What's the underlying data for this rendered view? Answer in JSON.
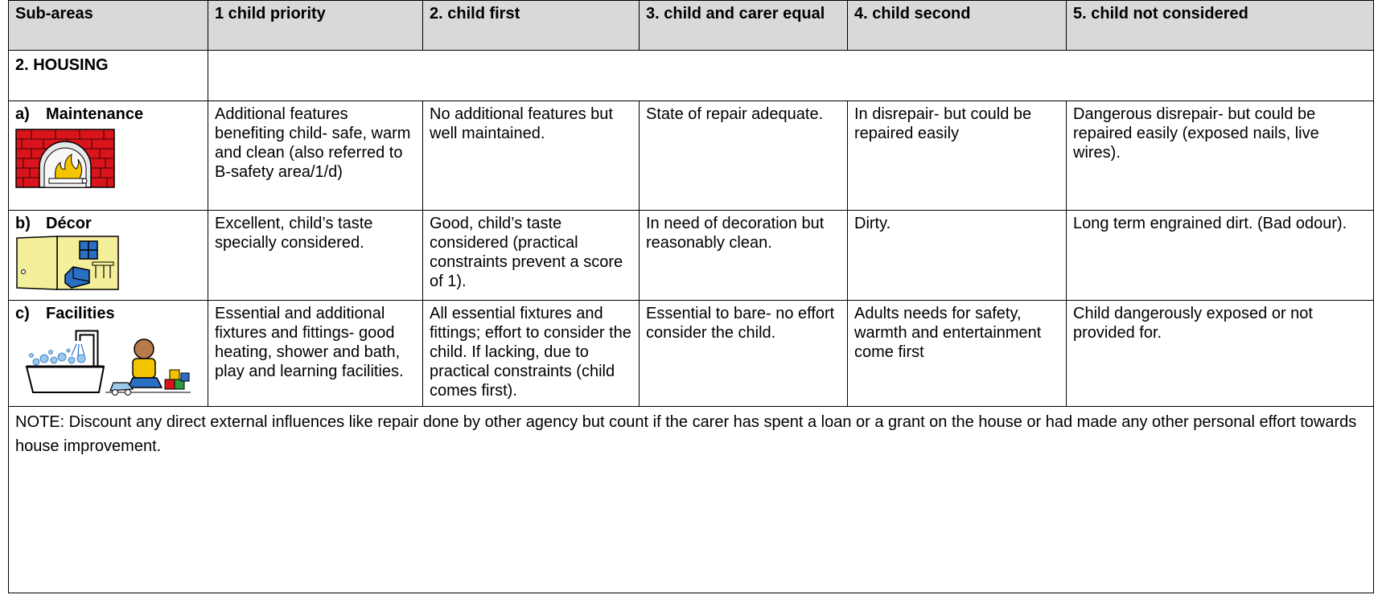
{
  "header": [
    "Sub-areas",
    "1 child priority",
    "2. child first",
    "3. child and carer equal",
    "4.  child second",
    "5. child not considered"
  ],
  "section": "2.  HOUSING",
  "rows": [
    {
      "index": "a)",
      "name": "Maintenance",
      "icon": "fireplace-icon",
      "cells": [
        "Additional features benefiting child- safe, warm and clean (also referred to B-safety area/1/d)",
        "No additional features but well maintained.",
        "State of repair adequate.",
        "In disrepair- but could be repaired easily",
        "Dangerous disrepair- but could be repaired easily (exposed nails, live wires)."
      ]
    },
    {
      "index": "b)",
      "name": "Décor",
      "icon": "decorated-room-icon",
      "cells": [
        "Excellent, child’s taste specially considered.",
        "Good, child’s taste considered (practical constraints prevent a score of 1).",
        "In need of decoration but reasonably clean.",
        "Dirty.",
        "Long term engrained dirt. (Bad odour)."
      ]
    },
    {
      "index": "c)",
      "name": "Facilities",
      "icon": "bath-and-child-playing-icon",
      "cells": [
        "Essential and additional fixtures and fittings- good heating, shower and bath, play and learning facilities.",
        "All essential fixtures and fittings; effort to consider the child. If lacking, due to practical constraints (child comes first).",
        "Essential to bare- no effort consider the child.",
        "Adults needs for safety, warmth and entertainment come first",
        "Child dangerously exposed or not provided for."
      ]
    }
  ],
  "note": "NOTE: Discount any direct external influences like repair done by other agency but count if the carer has spent a loan or a grant on the house or had made any other personal effort towards house improvement.",
  "colors": {
    "header_bg": "#d9d9d9",
    "brick": "#d9141b",
    "fire": "#f5c400",
    "door": "#f4ef9a",
    "chair": "#2a6fc4"
  }
}
